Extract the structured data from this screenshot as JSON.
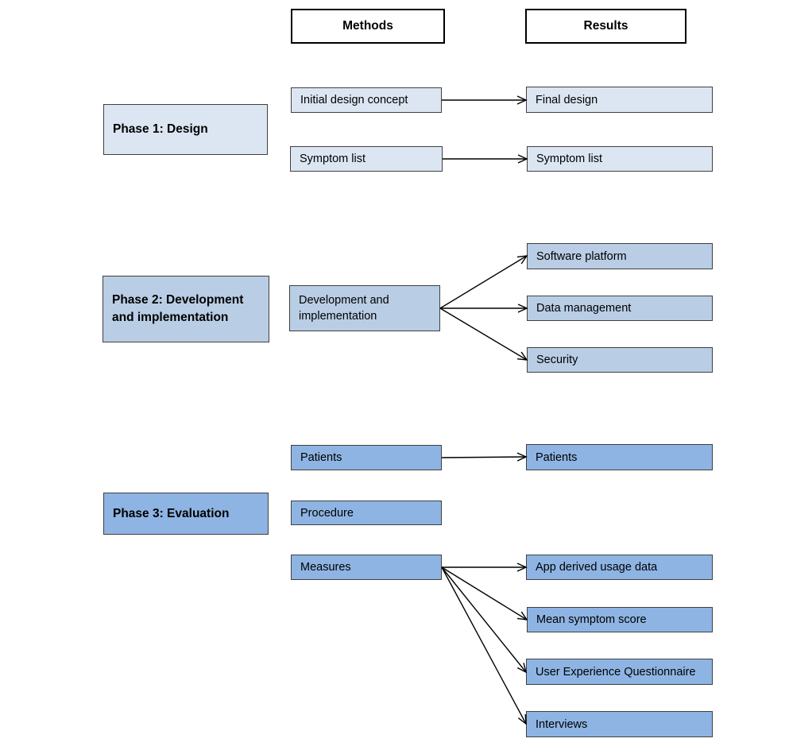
{
  "headers": {
    "methods": "Methods",
    "results": "Results"
  },
  "phases": {
    "p1": "Phase 1: Design",
    "p2": "Phase 2: Development and implementation",
    "p3": "Phase 3: Evaluation"
  },
  "methods": {
    "initial_design": "Initial design concept",
    "symptom_list": "Symptom list",
    "dev_impl": "Development and implementation",
    "patients": "Patients",
    "procedure": "Procedure",
    "measures": "Measures"
  },
  "results": {
    "final_design": "Final design",
    "symptom_list": "Symptom list",
    "software_platform": "Software platform",
    "data_management": "Data management",
    "security": "Security",
    "patients": "Patients",
    "app_usage": "App derived usage data",
    "mean_symptom": "Mean symptom score",
    "ueq": "User Experience Questionnaire",
    "interviews": "Interviews"
  },
  "colors": {
    "phase1": "#dce6f2",
    "phase2": "#b9cde5",
    "phase3": "#8eb4e3",
    "border": "#404040"
  }
}
